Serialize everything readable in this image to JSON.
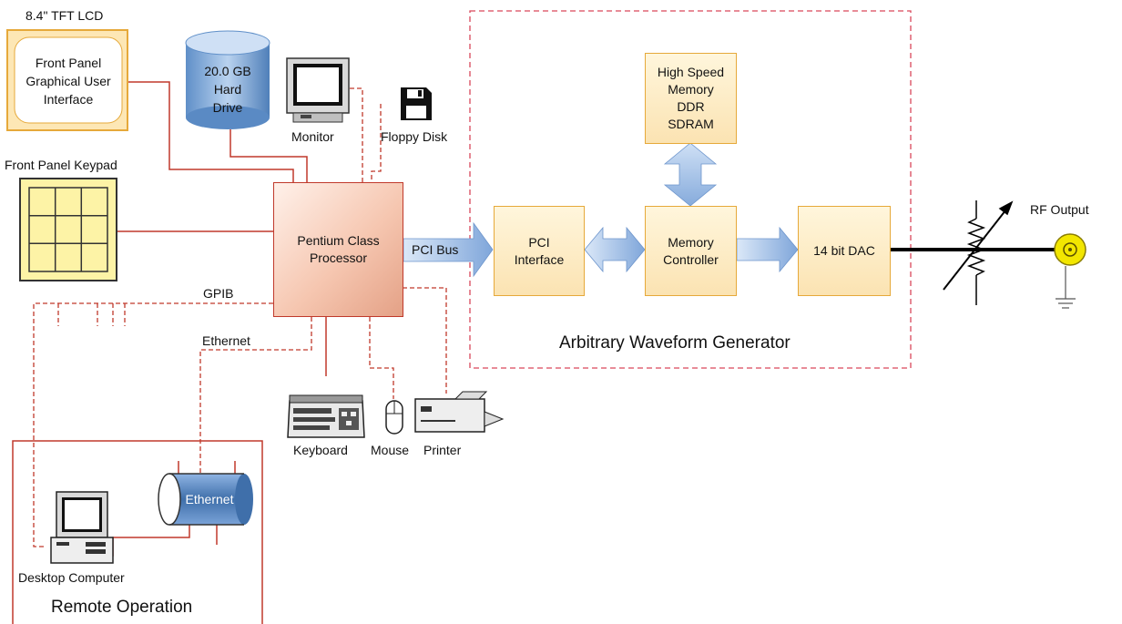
{
  "labels": {
    "lcd": "8.4\" TFT LCD",
    "gui_line1": "Front Panel",
    "gui_line2": "Graphical User",
    "gui_line3": "Interface",
    "hdd_line1": "20.0 GB",
    "hdd_line2": "Hard",
    "hdd_line3": "Drive",
    "monitor": "Monitor",
    "floppy": "Floppy Disk",
    "keypad": "Front Panel Keypad",
    "processor_line1": "Pentium Class",
    "processor_line2": "Processor",
    "pci_bus": "PCI Bus",
    "gpib": "GPIB",
    "ethernet_line": "Ethernet",
    "keyboard": "Keyboard",
    "mouse": "Mouse",
    "printer": "Printer",
    "ethernet_hub": "Ethernet",
    "desktop": "Desktop Computer",
    "remote": "Remote Operation",
    "hs_memory_line1": "High Speed",
    "hs_memory_line2": "Memory",
    "hs_memory_line3": "DDR",
    "hs_memory_line4": "SDRAM",
    "pci_interface_line1": "PCI",
    "pci_interface_line2": "Interface",
    "mem_ctrl_line1": "Memory",
    "mem_ctrl_line2": "Controller",
    "dac": "14 bit DAC",
    "rf_output": "RF Output",
    "awg": "Arbitrary Waveform Generator"
  },
  "colors": {
    "wire_red": "#c0392b",
    "awg_border": "#d9475a",
    "box_border": "#e6a93a",
    "arrow_blue": "#8fb4e3",
    "connector_yellow": "#f2e600"
  },
  "icons": [
    "lcd-panel-icon",
    "hard-drive-icon",
    "monitor-icon",
    "floppy-disk-icon",
    "keypad-icon",
    "keyboard-icon",
    "mouse-icon",
    "printer-icon",
    "desktop-computer-icon",
    "ethernet-hub-icon",
    "attenuator-icon",
    "rf-connector-icon",
    "ground-icon"
  ]
}
